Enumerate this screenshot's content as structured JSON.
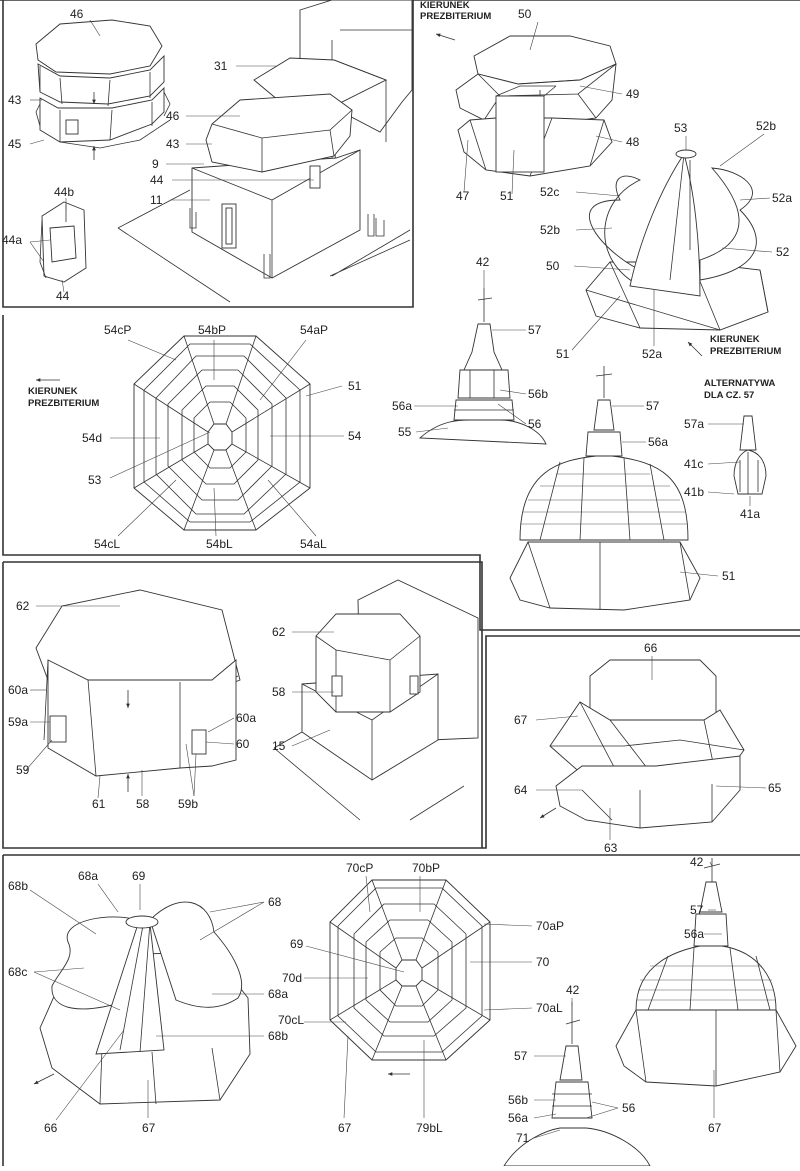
{
  "directionNotes": {
    "kierunek_prezbiterium": [
      "KIERUNEK",
      "PREZBITERIUM"
    ],
    "alternatywa": [
      "ALTERNATYWA",
      "DLA CZ. 57"
    ]
  },
  "labels": {
    "p1": {
      "l46a": "46",
      "l43a": "43",
      "l45": "45",
      "l44b": "44b",
      "l44a": "44a",
      "l44c": "44",
      "l31": "31",
      "l46b": "46",
      "l43b": "43",
      "l9": "9",
      "l44d": "44",
      "l11": "11"
    },
    "p2": {
      "l50": "50",
      "l49": "49",
      "l48": "48",
      "l47": "47",
      "l51": "51"
    },
    "p3": {
      "l53": "53",
      "l52b1": "52b",
      "l52c": "52c",
      "l52a1": "52a",
      "l52b2": "52b",
      "l52": "52",
      "l50": "50",
      "l51": "51",
      "l52a2": "52a"
    },
    "p4": {
      "l54cP": "54cP",
      "l54bP": "54bP",
      "l54aP": "54aP",
      "l51": "51",
      "l54d": "54d",
      "l54": "54",
      "l53": "53",
      "l54cL": "54cL",
      "l54bL": "54bL",
      "l54aL": "54aL"
    },
    "p5": {
      "l42": "42",
      "l57": "57",
      "l56b": "56b",
      "l56a": "56a",
      "l56": "56",
      "l55": "55"
    },
    "p6": {
      "l57": "57",
      "l56a": "56a",
      "l51": "51",
      "l57a": "57a",
      "l41c": "41c",
      "l41b": "41b",
      "l41a": "41a"
    },
    "p7": {
      "l62a": "62",
      "l60a1": "60a",
      "l59a": "59a",
      "l59": "59",
      "l61": "61",
      "l58a": "58",
      "l59b": "59b",
      "l60a2": "60a",
      "l60": "60",
      "l62b": "62",
      "l58b": "58",
      "l15": "15"
    },
    "p8": {
      "l66": "66",
      "l67": "67",
      "l64": "64",
      "l65": "65",
      "l63": "63"
    },
    "p9": {
      "l68b1": "68b",
      "l68a1": "68a",
      "l69": "69",
      "l68": "68",
      "l68c": "68c",
      "l68a2": "68a",
      "l68b2": "68b",
      "l66": "66",
      "l67": "67"
    },
    "p10": {
      "l70cP": "70cP",
      "l70bP": "70bP",
      "l70aP": "70aP",
      "l69": "69",
      "l70": "70",
      "l70d": "70d",
      "l70cL": "70cL",
      "l70aL": "70aL",
      "l67": "67",
      "l79bL": "79bL"
    },
    "p11": {
      "l42": "42",
      "l57": "57",
      "l56b": "56b",
      "l56a": "56a",
      "l56": "56",
      "l71": "71"
    },
    "p12": {
      "l42": "42",
      "l57": "57",
      "l56a": "56a",
      "l67": "67"
    }
  }
}
